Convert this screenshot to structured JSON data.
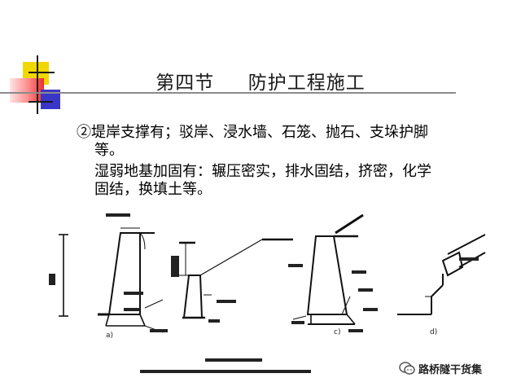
{
  "slide": {
    "title": "第四节     防护工程施工",
    "para1_line1": "②堤岸支撑有；驳岸、浸水墙、石笼、抛石、支垛护脚",
    "para1_line2": "等。",
    "para2_line1": "湿弱地基加固有：辗压密实，排水固结，挤密，化学",
    "para2_line2": "固结，换填土等。"
  },
  "diagram": {
    "labels": {
      "a": "a)",
      "c": "c)",
      "d": "d)"
    }
  },
  "watermark": {
    "text": "路桥隧干货集",
    "icon": "wechat-icon"
  },
  "colors": {
    "yellow": "#f1d700",
    "red": "#ee2d2d",
    "blue": "#3a36c8",
    "rule": "#8b8b8b"
  }
}
